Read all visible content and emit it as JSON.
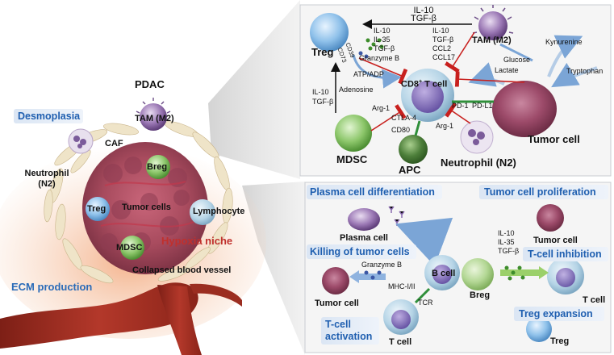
{
  "left": {
    "title": "PDAC",
    "desmoplasia": "Desmoplasia",
    "tam": "TAM (M2)",
    "caf": "CAF",
    "neutrophil_l1": "Neutrophil",
    "neutrophil_l2": "(N2)",
    "breg": "Breg",
    "treg": "Treg",
    "tumor_cells": "Tumor cells",
    "lymphocyte": "Lymphocyte",
    "mdsc": "MDSC",
    "hypoxia": "Hypoxia niche",
    "collapsed": "Collapsed blood vessel",
    "ecm": "ECM production"
  },
  "top_panel": {
    "il10_tgfb_top_1": "IL-10",
    "il10_tgfb_top_2": "TGF-β",
    "treg": "Treg",
    "cd39": "CD39",
    "cd73": "CD73",
    "treg_cyto_1": "IL-10",
    "treg_cyto_2": "IL-35",
    "treg_cyto_3": "TGF-β",
    "granzyme": "Granzyme B",
    "atp": "ATP/ADP",
    "adenosine": "Adenosine",
    "tam_cyto_1": "IL-10",
    "tam_cyto_2": "TGF-β",
    "tam_cyto_3": "CCL2",
    "tam_cyto_4": "CCL17",
    "tam": "TAM (M2)",
    "kynurenine": "Kynurenine",
    "glucose": "Glucose",
    "lactate": "Lactate",
    "tryptophan": "Tryptophan",
    "cd8": "CD8",
    "cd8_sup": "+",
    "cd8_rest": " T cell",
    "mdsc_cyto_1": "IL-10",
    "mdsc_cyto_2": "TGF-β",
    "arg1_left": "Arg-1",
    "ctla4": "CTLA-4",
    "cd80": "CD80",
    "arg1_right": "Arg-1",
    "pd1": "PD-1",
    "pdl1": "PD-L1",
    "mdsc": "MDSC",
    "apc": "APC",
    "neutrophil": "Neutrophil (N2)",
    "tumor_cell": "Tumor cell"
  },
  "bottom_panel": {
    "plasma_diff": "Plasma cell differentiation",
    "tumor_prolif": "Tumor cell proliferation",
    "plasma_cell": "Plasma cell",
    "tumor_cell_right": "Tumor cell",
    "killing": "Killing of tumor cells",
    "cyto_1": "IL-10",
    "cyto_2": "IL-35",
    "cyto_3": "TGF-β",
    "tcell_inhib": "T-cell inhibition",
    "granzyme": "Granzyme B",
    "mhc": "MHC-I/II",
    "b_cell": "B cell",
    "breg": "Breg",
    "tcell_right": "T cell",
    "tumor_cell_left": "Tumor cell",
    "tcr": "TCR",
    "treg_exp": "Treg expansion",
    "tact_1": "T-cell",
    "tact_2": "activation",
    "tcell_bottom": "T cell",
    "treg": "Treg"
  },
  "colors": {
    "accent_blue": "#1f5fb0",
    "tag_bg": "#dbe6f4",
    "ecm_orange": "#e88a5a",
    "vessel_red": "#9e2b1e",
    "inhibit_red": "#c8201e",
    "activate_green": "#66b33a"
  }
}
